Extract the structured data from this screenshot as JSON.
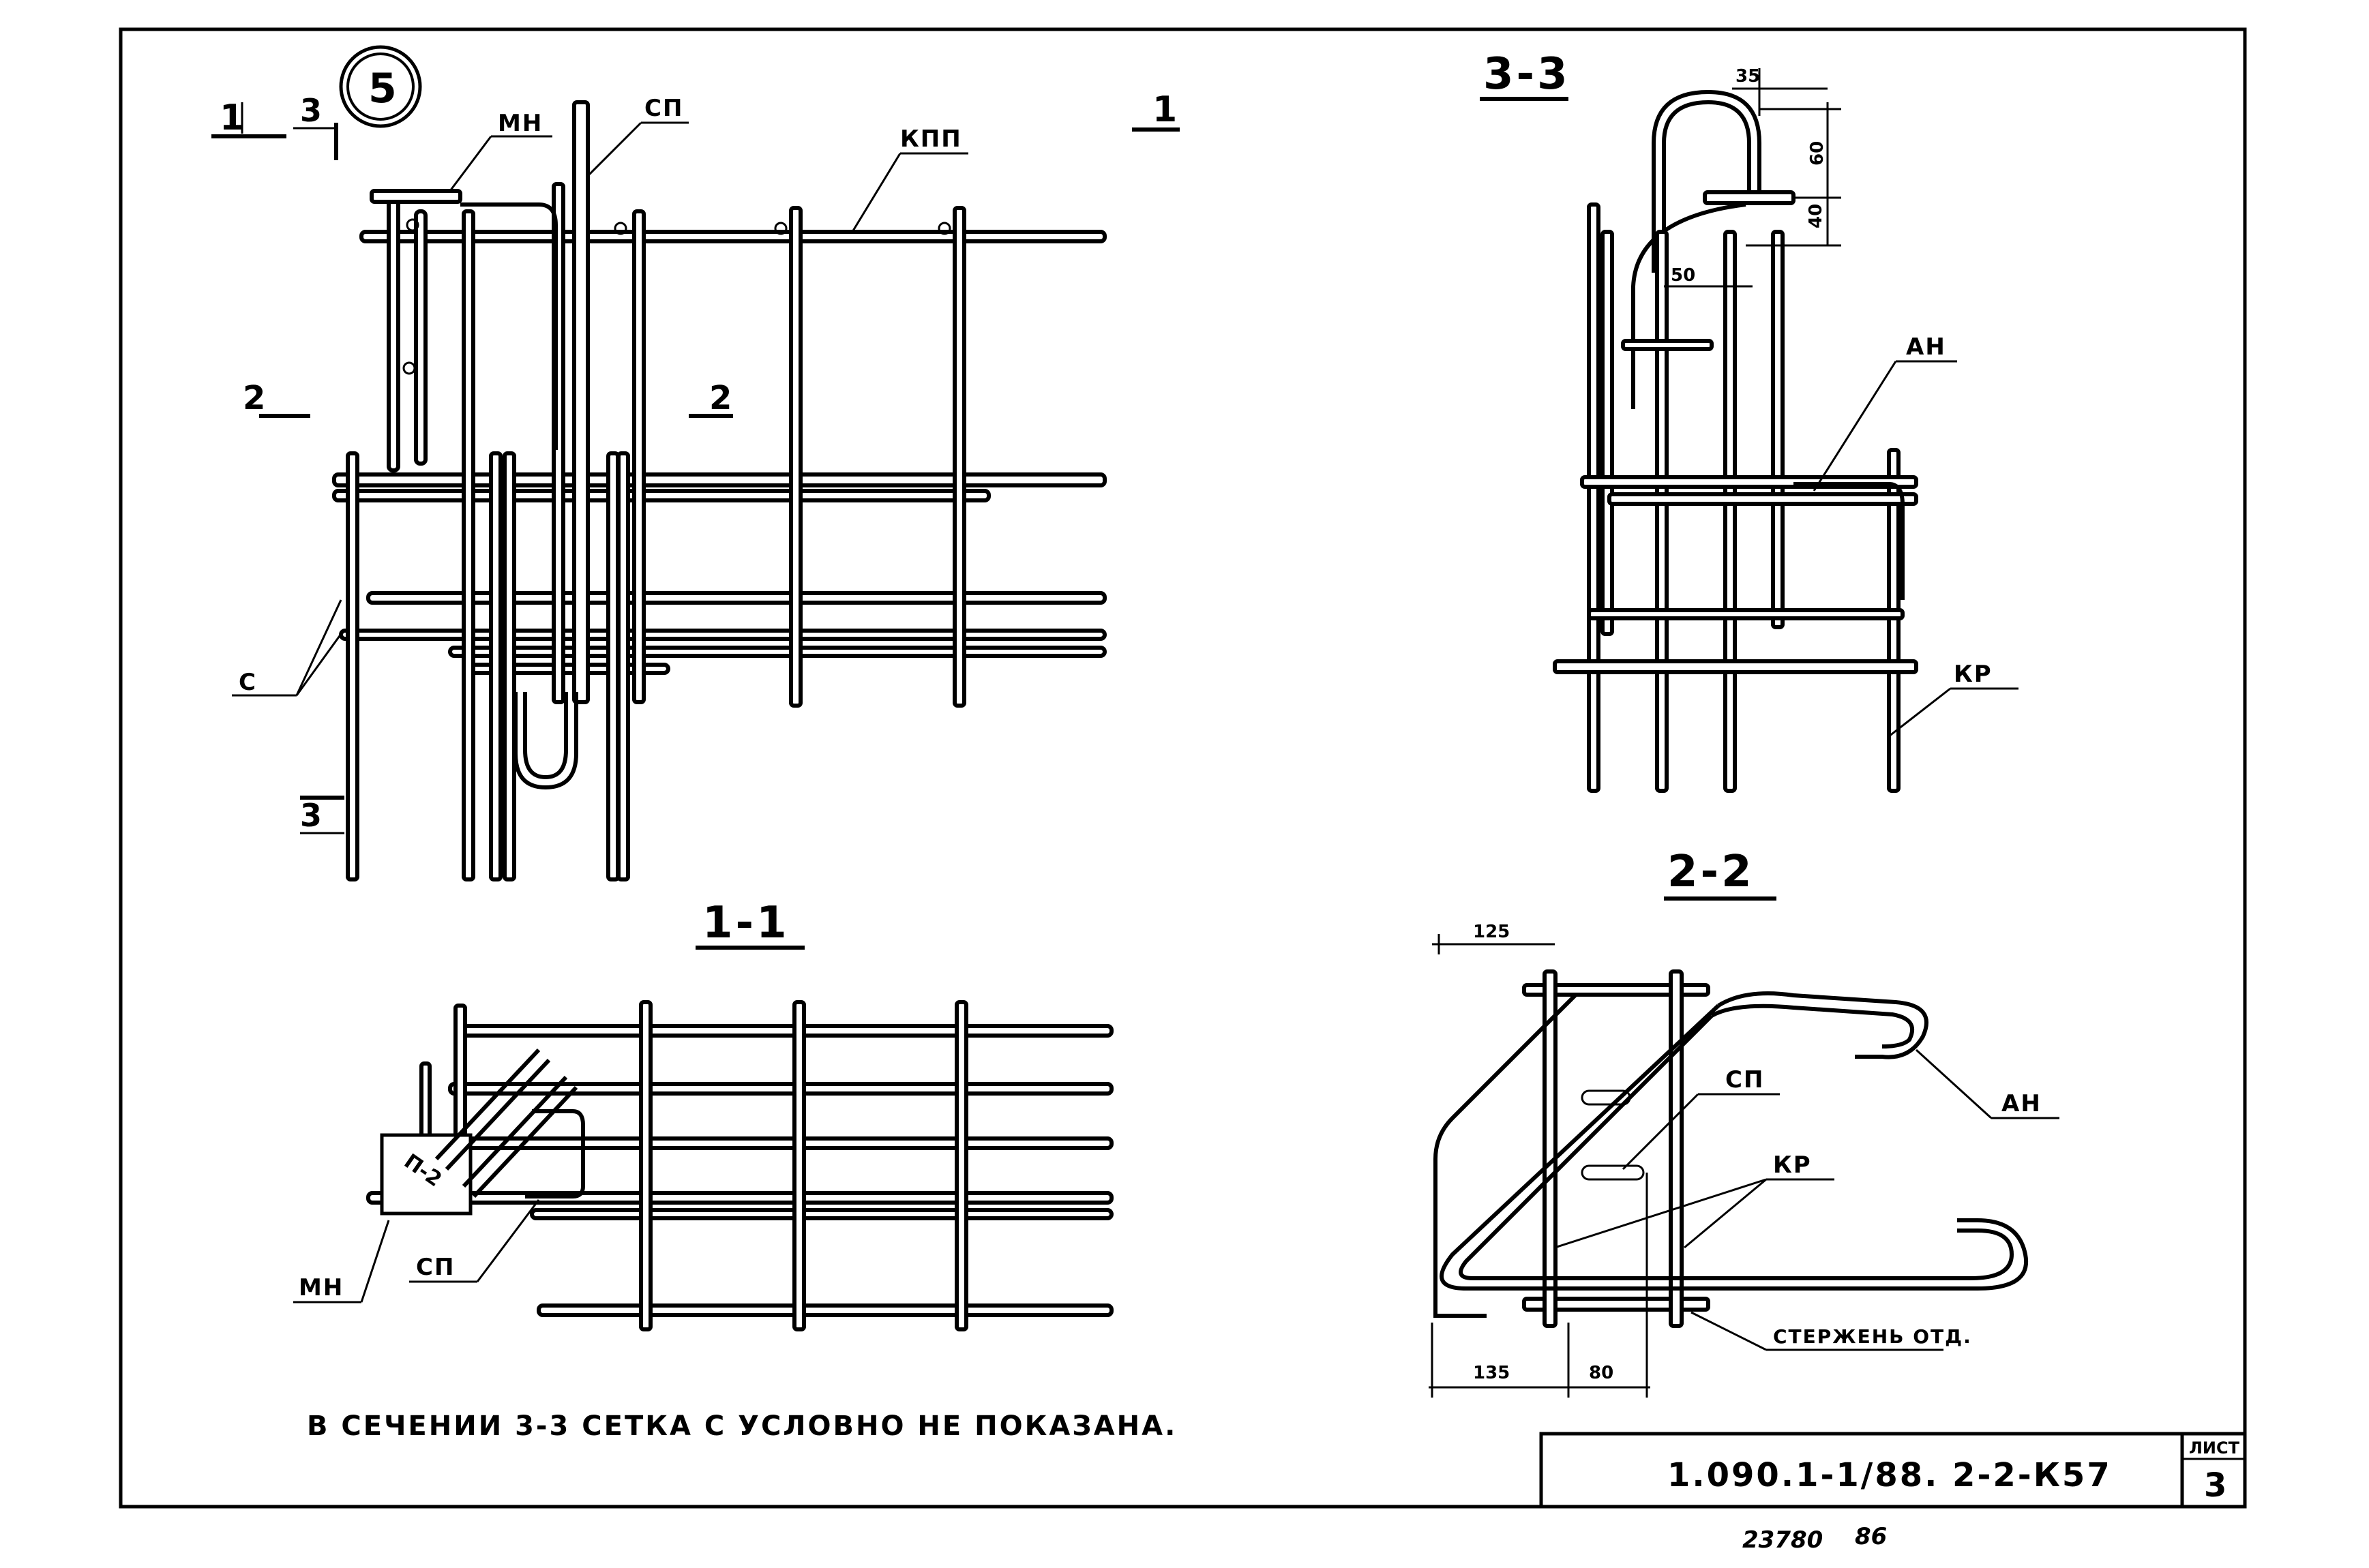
{
  "drawing": {
    "node_number": "5",
    "cut_marks": {
      "cut_1": "1",
      "cut_2": "2",
      "cut_3": "3"
    },
    "main_labels": {
      "mn": "МН",
      "sp": "СП",
      "kpp": "КПП",
      "s": "С"
    },
    "section_11": {
      "title": "1-1",
      "mn": "МН",
      "sp": "СП",
      "plate_mark": "П-2"
    },
    "section_33": {
      "title": "3-3",
      "an": "АН",
      "kr": "КР",
      "dims": {
        "d35": "35",
        "d60": "60",
        "d40": "40",
        "d50": "50"
      }
    },
    "section_22": {
      "title": "2-2",
      "sp": "СП",
      "an": "АН",
      "kr": "КР",
      "rod": "СТЕРЖЕНЬ ОТД.",
      "dims": {
        "d125": "125",
        "d135": "135",
        "d80": "80"
      }
    },
    "note": "В СЕЧЕНИИ 3-3 СЕТКА С УСЛОВНО НЕ ПОКАЗАНА."
  },
  "title_block": {
    "code": "1.090.1-1/88. 2-2-К57",
    "sheet_label": "ЛИСТ",
    "sheet_number": "3"
  },
  "footer": {
    "inventory": "23780",
    "suffix": "86"
  }
}
